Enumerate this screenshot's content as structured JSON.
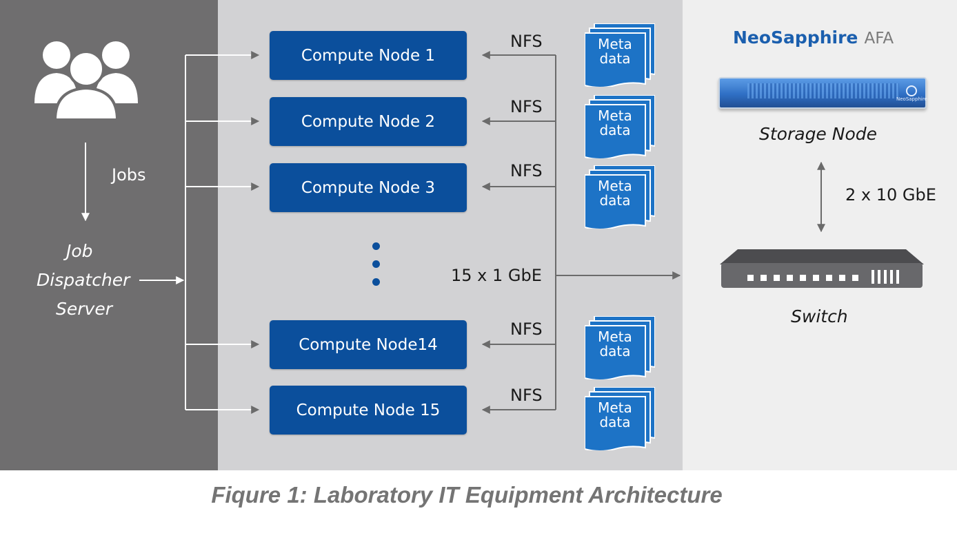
{
  "users": {
    "icon": "users-group-icon"
  },
  "jobs_label": "Jobs",
  "dispatcher": {
    "lines": [
      "Job",
      "Dispatcher",
      "Server"
    ]
  },
  "compute_nodes": [
    {
      "label": "Compute Node 1"
    },
    {
      "label": "Compute Node 2"
    },
    {
      "label": "Compute Node 3"
    },
    {
      "label": "Compute Node14"
    },
    {
      "label": "Compute Node 15"
    }
  ],
  "nfs_labels": [
    "NFS",
    "NFS",
    "NFS",
    "NFS",
    "NFS"
  ],
  "metadata": {
    "line1": "Meta",
    "line2": "data"
  },
  "link_label": "15 x 1 GbE",
  "storage": {
    "brand": "NeoSapphire",
    "brand_suffix": "AFA",
    "server_badge": "NeoSapphire",
    "caption": "Storage Node"
  },
  "uplink_label": "2 x 10 GbE",
  "switch_caption": "Switch",
  "figure_caption": "Fiqure 1: Laboratory IT Equipment Architecture",
  "colors": {
    "left_panel": "#6f6e6f",
    "middle_panel": "#d2d2d4",
    "right_panel": "#efefef",
    "node_blue": "#0b4f9c",
    "brand_blue": "#1b5fae",
    "caption_gray": "#747474"
  }
}
